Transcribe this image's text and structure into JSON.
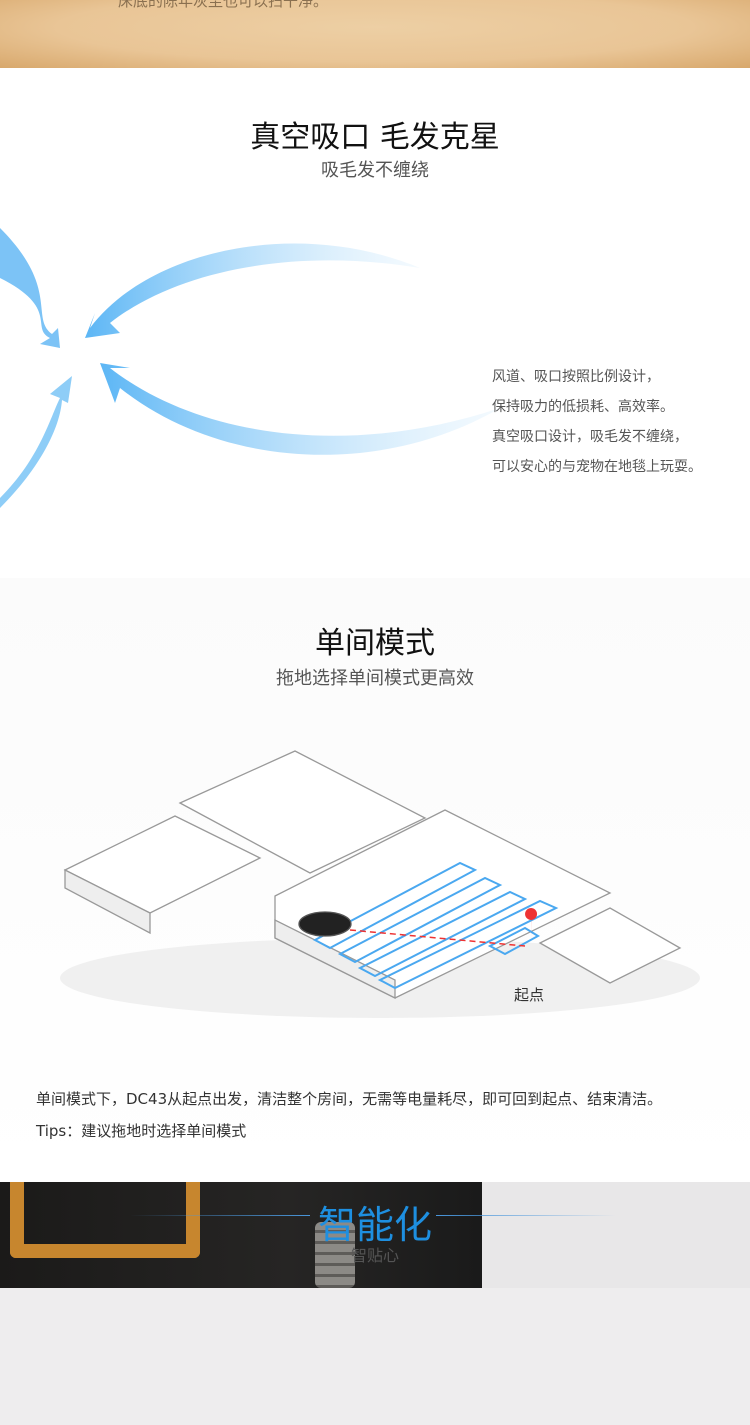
{
  "top_banner": {
    "caption": "床底的陈年灰尘也可以扫干净。"
  },
  "vacuum_section": {
    "title": "真空吸口 毛发克星",
    "subtitle": "吸毛发不缠绕",
    "description": [
      "风道、吸口按照比例设计，",
      "保持吸力的低损耗、高效率。",
      "真空吸口设计，吸毛发不缠绕，",
      "可以安心的与宠物在地毯上玩耍。"
    ]
  },
  "room_section": {
    "title": "单间模式",
    "subtitle": "拖地选择单间模式更高效",
    "start_label": "起点",
    "body": "单间模式下，DC43从起点出发，清洁整个房间，无需等电量耗尽，即可回到起点、结束清洁。",
    "tips": "Tips：建议拖地时选择单间模式"
  },
  "smart_section": {
    "title": "智能化",
    "subtitle": "智贴心",
    "accent": "#1e8fe0"
  }
}
